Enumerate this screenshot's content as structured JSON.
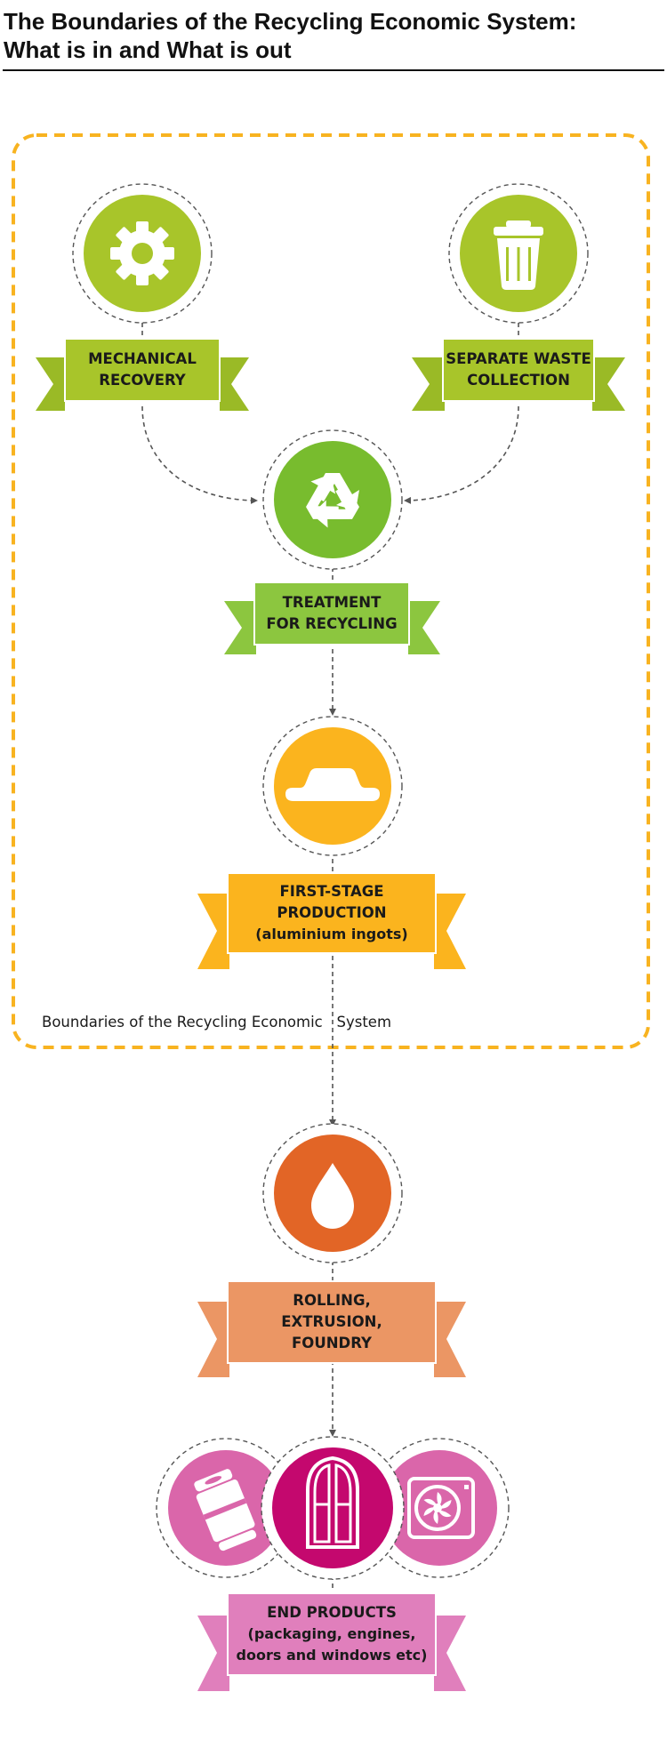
{
  "title": {
    "line1": "The Boundaries of the Recycling Economic System:",
    "line2": "What is in and What is out"
  },
  "boundary_label": "Boundaries of the Recycling Economic   System",
  "nodes": {
    "mechanical_recovery": {
      "line1": "MECHANICAL",
      "line2": "RECOVERY",
      "icon": "gear-icon",
      "color": "#a8c52a"
    },
    "separate_waste_collection": {
      "line1": "SEPARATE WASTE",
      "line2": "COLLECTION",
      "icon": "trash-bin-icon",
      "color": "#a8c52a"
    },
    "treatment_for_recycling": {
      "line1": "TREATMENT",
      "line2": "FOR RECYCLING",
      "icon": "recycle-icon",
      "color": "#78bc2e"
    },
    "first_stage_production": {
      "line1": "FIRST-STAGE",
      "line2": "PRODUCTION",
      "line3": "(aluminium ingots)",
      "icon": "ingot-icon",
      "color": "#fbb41e"
    },
    "rolling_extrusion_foundry": {
      "line1": "ROLLING,",
      "line2": "EXTRUSION,",
      "line3": "FOUNDRY",
      "icon": "drop-icon",
      "color": "#e26526"
    },
    "end_products": {
      "line1": "END PRODUCTS",
      "line2": "(packaging, engines,",
      "line3": "doors and windows etc)",
      "icons": [
        "can-icon",
        "window-icon",
        "fan-icon"
      ],
      "color": "#d9549f"
    }
  },
  "colors": {
    "boundary": "#f8b320",
    "arrow": "#555555"
  }
}
